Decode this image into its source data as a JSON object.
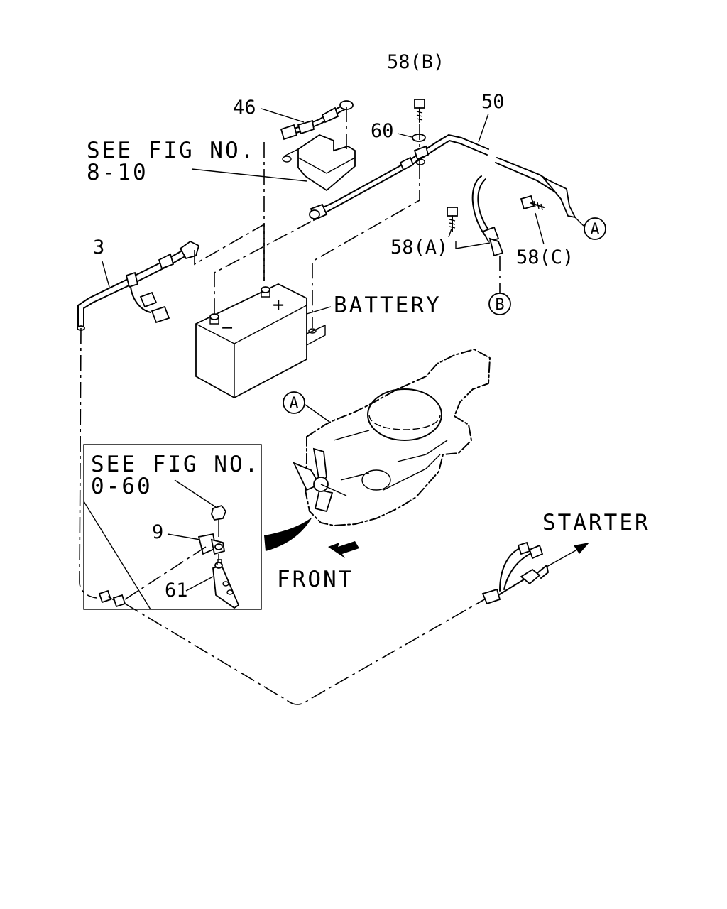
{
  "labels": {
    "fig_ref_1_line1": "SEE FIG NO.",
    "fig_ref_1_line2": "8-10",
    "fig_ref_2_line1": "SEE FIG NO.",
    "fig_ref_2_line2": "0-60",
    "battery": "BATTERY",
    "starter": "STARTER",
    "front": "FRONT",
    "battery_plus": "+",
    "battery_minus": "−"
  },
  "part_numbers": {
    "p46": "46",
    "p58b": "58(B)",
    "p60": "60",
    "p50": "50",
    "p58a": "58(A)",
    "p58c": "58(C)",
    "p3": "3",
    "p9": "9",
    "p61": "61"
  },
  "connectors": {
    "a_top": "A",
    "b_top": "B",
    "a_engine": "A"
  }
}
